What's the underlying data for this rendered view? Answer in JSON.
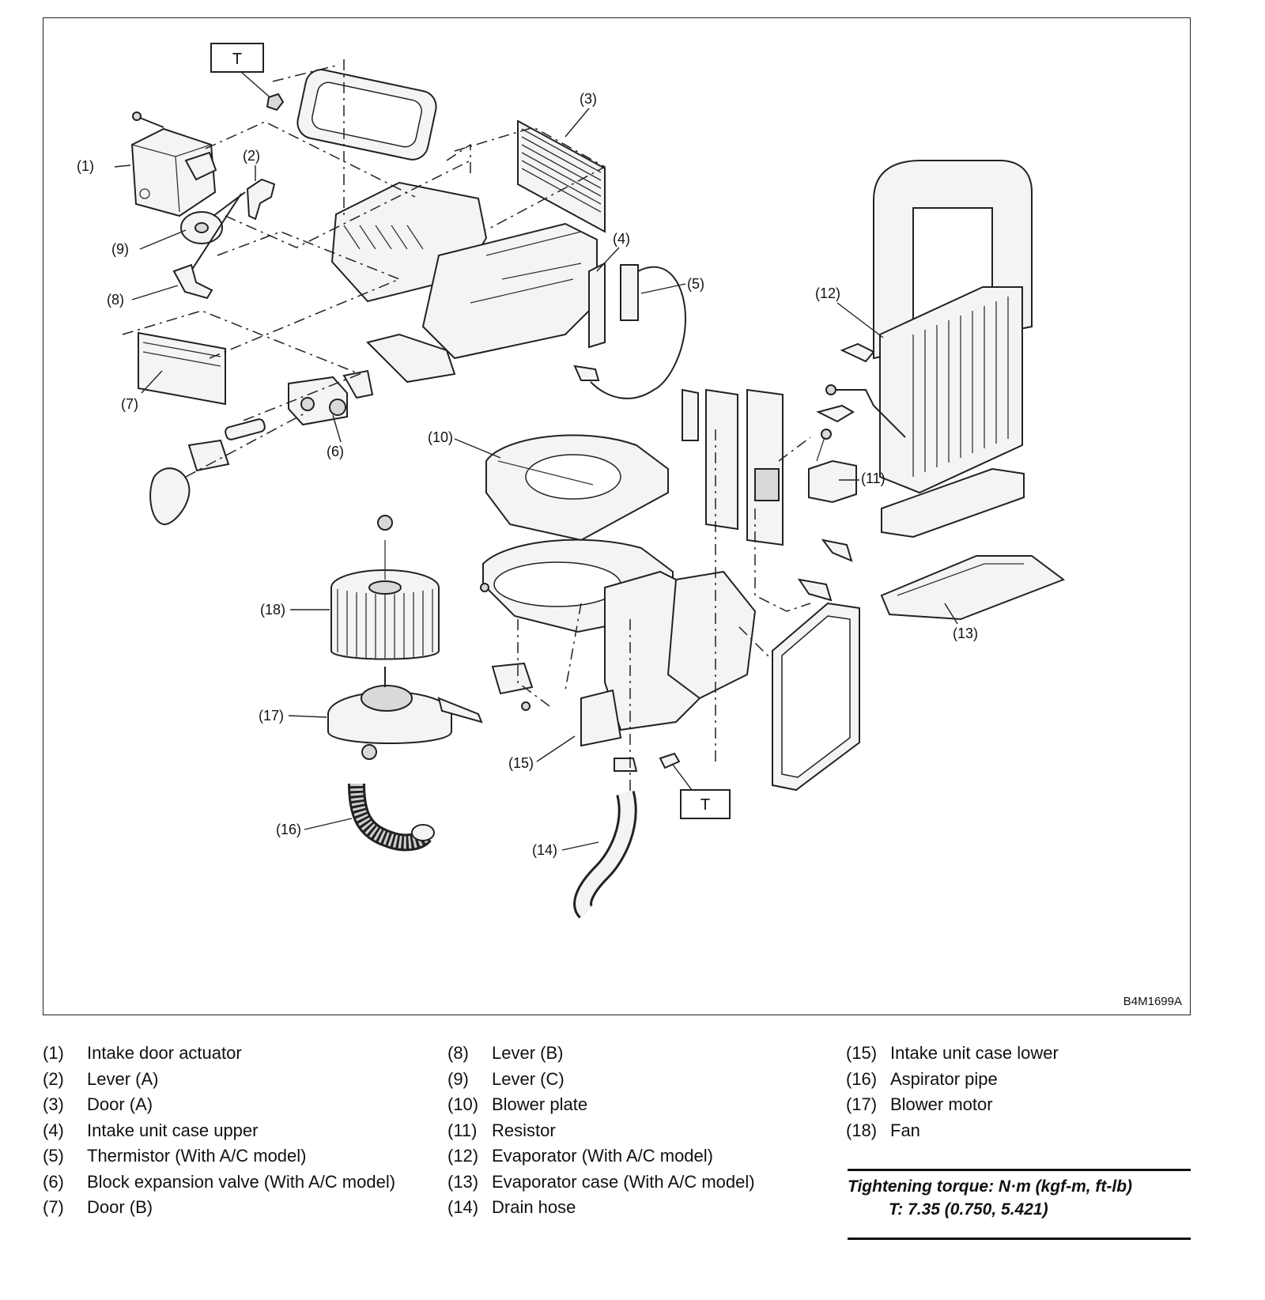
{
  "diagram": {
    "figure_code": "B4M1699A",
    "torque_box_label": "T",
    "callouts": [
      "(1)",
      "(2)",
      "(3)",
      "(4)",
      "(5)",
      "(6)",
      "(7)",
      "(8)",
      "(9)",
      "(10)",
      "(11)",
      "(12)",
      "(13)",
      "(14)",
      "(15)",
      "(16)",
      "(17)",
      "(18)"
    ]
  },
  "legend": {
    "col1": [
      {
        "num": "(1)",
        "text": "Intake door actuator"
      },
      {
        "num": "(2)",
        "text": "Lever (A)"
      },
      {
        "num": "(3)",
        "text": "Door (A)"
      },
      {
        "num": "(4)",
        "text": "Intake unit case upper"
      },
      {
        "num": "(5)",
        "text": "Thermistor (With A/C model)"
      },
      {
        "num": "(6)",
        "text": "Block expansion valve (With A/C model)"
      },
      {
        "num": "(7)",
        "text": "Door (B)"
      }
    ],
    "col2": [
      {
        "num": "(8)",
        "text": "Lever (B)"
      },
      {
        "num": "(9)",
        "text": "Lever (C)"
      },
      {
        "num": "(10)",
        "text": "Blower plate"
      },
      {
        "num": "(11)",
        "text": "Resistor"
      },
      {
        "num": "(12)",
        "text": "Evaporator (With A/C model)"
      },
      {
        "num": "(13)",
        "text": "Evaporator case (With A/C model)"
      },
      {
        "num": "(14)",
        "text": "Drain hose"
      }
    ],
    "col3": [
      {
        "num": "(15)",
        "text": "Intake unit case lower"
      },
      {
        "num": "(16)",
        "text": "Aspirator pipe"
      },
      {
        "num": "(17)",
        "text": "Blower motor"
      },
      {
        "num": "(18)",
        "text": "Fan"
      }
    ]
  },
  "torque": {
    "heading": "Tightening torque: N·m (kgf-m, ft-lb)",
    "value": "T: 7.35 (0.750, 5.421)"
  }
}
